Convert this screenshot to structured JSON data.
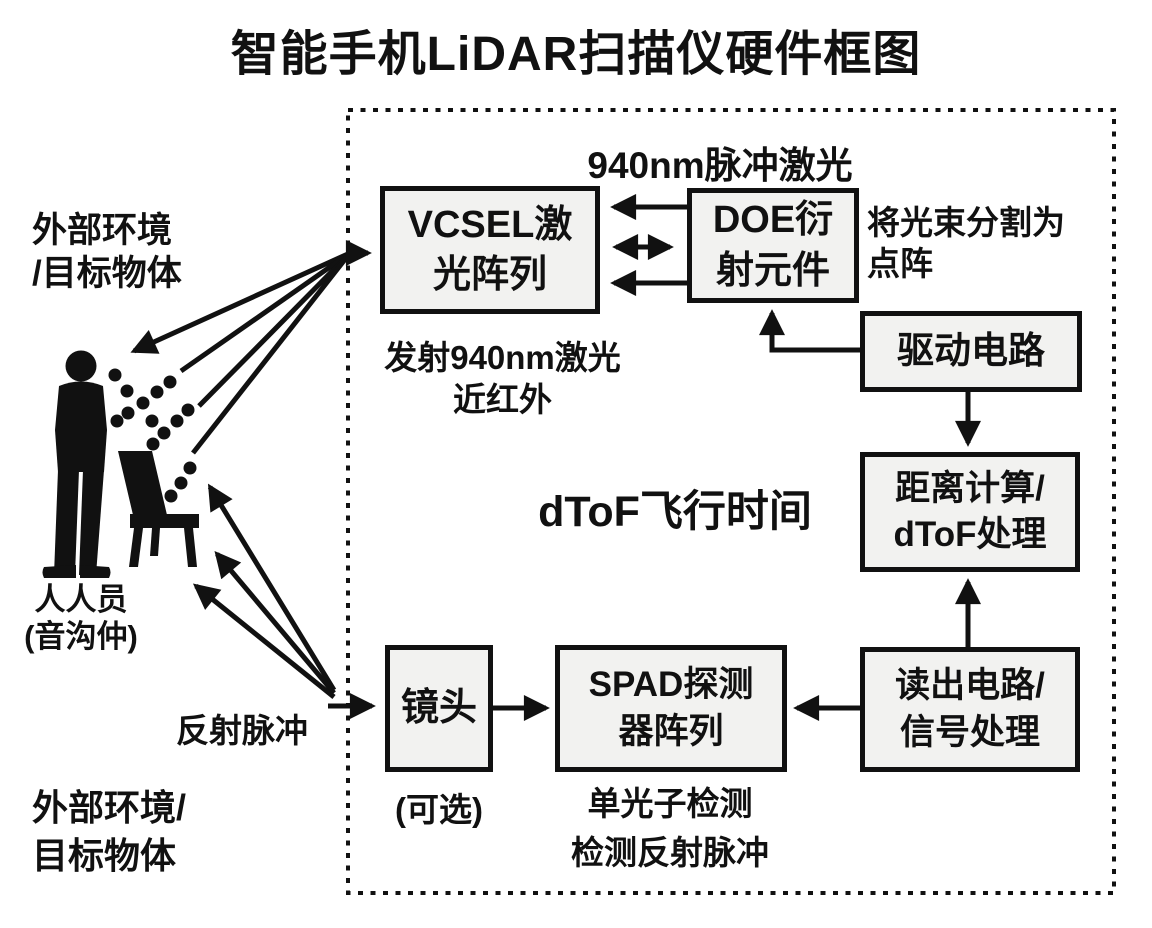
{
  "title": "智能手机LiDAR扫描仪硬件框图",
  "colors": {
    "ink": "#111111",
    "box_fill": "#f2f2f0",
    "background": "#ffffff"
  },
  "boxes": {
    "vcsel": {
      "line1": "VCSEL激",
      "line2": "光阵列"
    },
    "doe": {
      "line1": "DOE衍",
      "line2": "射元件"
    },
    "drive": {
      "label": "驱动电路"
    },
    "distance": {
      "line1": "距离计算/",
      "line2": "dToF处理"
    },
    "readout": {
      "line1": "读出电路/",
      "line2": "信号处理"
    },
    "spad": {
      "line1": "SPAD探测",
      "line2": "器阵列"
    },
    "lens": {
      "label": "镜头"
    }
  },
  "labels": {
    "pulse_laser": "940nm脉冲激光",
    "beam_split_line1": "将光束分割为",
    "beam_split_line2": "点阵",
    "emit_laser_line1": "发射940nm激光",
    "emit_laser_line2": "近红外",
    "dtof": "dToF飞行时间",
    "env_top_line1": "外部环境",
    "env_top_line2": "/目标物体",
    "person_line1": "人人员",
    "person_line2": "(音沟仲)",
    "reflected_pulse": "反射脉冲",
    "env_bottom_line1": "外部环境/",
    "env_bottom_line2": "目标物体",
    "lens_note": "(可选)",
    "spad_note_line1": "单光子检测",
    "spad_note_line2": "检测反射脉冲"
  }
}
